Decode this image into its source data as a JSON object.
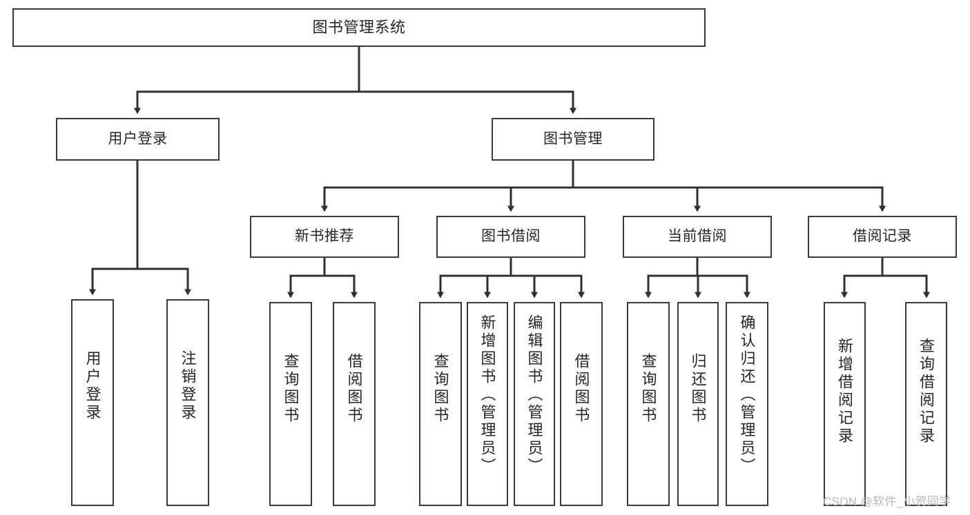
{
  "diagram": {
    "title": "图书管理系统",
    "type": "tree-hierarchy-chart",
    "watermark": "CSDN @软件_小贺同学",
    "colors": {
      "box_border": "#3a3a3a",
      "box_fill": "#ffffff",
      "edge": "#2f2f2f",
      "text": "#262626",
      "watermark": "#b9b9b9",
      "background": "#ffffff"
    },
    "levels": {
      "root": {
        "label": "图书管理系统"
      },
      "level2": [
        {
          "label": "用户登录"
        },
        {
          "label": "图书管理"
        }
      ],
      "level3": [
        {
          "label": "新书推荐"
        },
        {
          "label": "图书借阅"
        },
        {
          "label": "当前借阅"
        },
        {
          "label": "借阅记录"
        }
      ],
      "leaves": [
        {
          "label": "用户登录",
          "parent": "用户登录"
        },
        {
          "label": "注销登录",
          "parent": "用户登录"
        },
        {
          "label": "查询图书",
          "parent": "新书推荐"
        },
        {
          "label": "借阅图书",
          "parent": "新书推荐"
        },
        {
          "label": "查询图书",
          "parent": "图书借阅"
        },
        {
          "label": "新增图书（管理员）",
          "parent": "图书借阅"
        },
        {
          "label": "编辑图书（管理员）",
          "parent": "图书借阅"
        },
        {
          "label": "借阅图书",
          "parent": "图书借阅"
        },
        {
          "label": "查询图书",
          "parent": "当前借阅"
        },
        {
          "label": "归还图书",
          "parent": "当前借阅"
        },
        {
          "label": "确认归还（管理员）",
          "parent": "当前借阅"
        },
        {
          "label": "新增借阅记录",
          "parent": "借阅记录"
        },
        {
          "label": "查询借阅记录",
          "parent": "借阅记录"
        }
      ]
    }
  }
}
